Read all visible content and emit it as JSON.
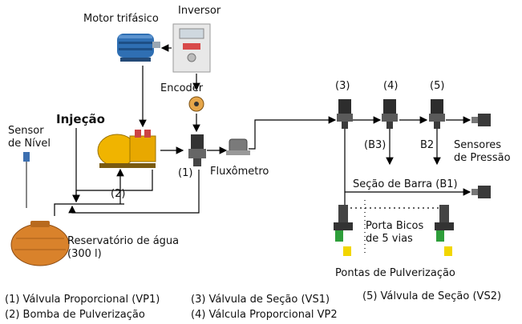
{
  "labels": {
    "motor": "Motor trifásico",
    "inversor": "Inversor",
    "encoder": "Encoder",
    "injecao": "Injeção",
    "sensor_nivel": "Sensor\nde Nível",
    "num1": "(1)",
    "num2": "(2)",
    "num3": "(3)",
    "num4": "(4)",
    "num5": "(5)",
    "fluxometro": "Fluxômetro",
    "b3": "(B3)",
    "b2": "B2",
    "sensores_pressao": "Sensores\nde Pressão",
    "secao_barra": "Seção de Barra (B1)",
    "porta_bicos": "Porta Bicos\nde 5 vias",
    "reservatorio": "Reservatório de água\n(300 l)",
    "pontas": "Pontas de Pulverização"
  },
  "legend": [
    "(1) Válvula Proporcional (VP1)",
    "(2) Bomba de Pulverização",
    "(3) Válvula de Seção (VS1)",
    "(4) Válcula Proporcional VP2",
    "(5) Válvula de Seção (VS2)"
  ],
  "colors": {
    "motor": "#2f6fb3",
    "pump": "#f0b400",
    "tank": "#d9822b",
    "valve": "#333333",
    "nozzle_green": "#2e9e3a",
    "nozzle_yellow": "#f2d600"
  }
}
